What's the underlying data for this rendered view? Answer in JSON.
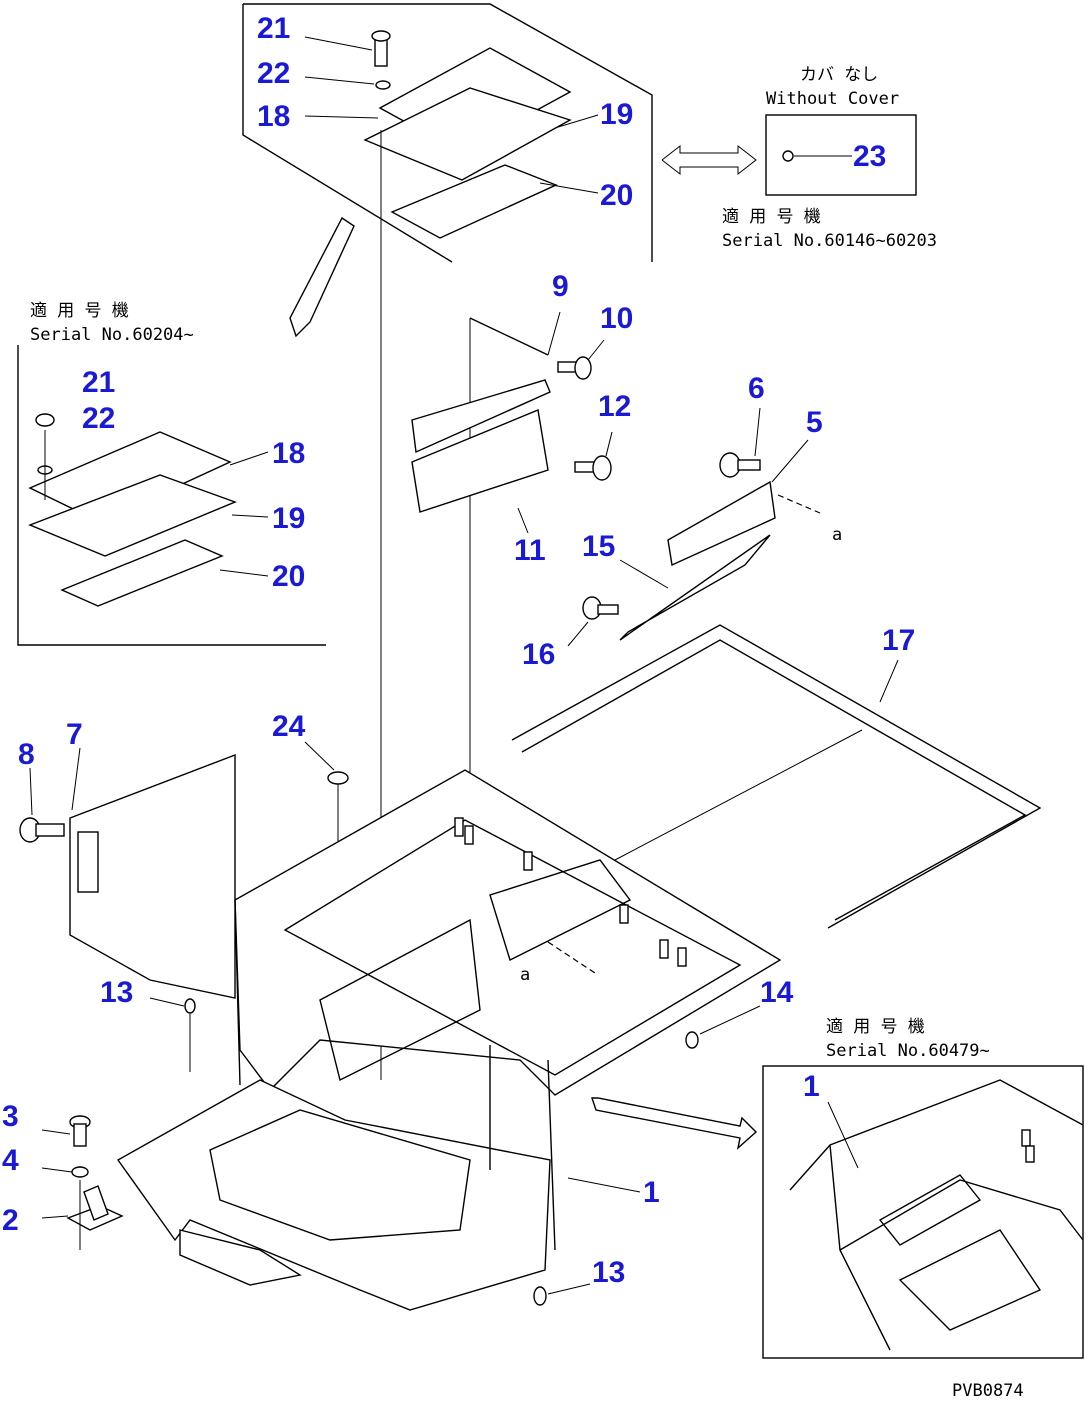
{
  "colors": {
    "callout": "#1a1ad4",
    "line": "#000000",
    "background": "#ffffff"
  },
  "callouts": {
    "top": [
      "21",
      "22",
      "18",
      "19",
      "20"
    ],
    "without_cover": "23",
    "inset_left": [
      "21",
      "22",
      "18",
      "19",
      "20"
    ],
    "middle": [
      "9",
      "10",
      "12",
      "11",
      "6",
      "5",
      "15",
      "16",
      "17"
    ],
    "lower": [
      "8",
      "7",
      "24",
      "13",
      "14",
      "3",
      "4",
      "2",
      "1",
      "13"
    ],
    "inset_right": "1"
  },
  "notes": {
    "without_cover_jp": "カバ なし",
    "without_cover_en": "Without Cover",
    "serial_top_jp": "適 用 号 機",
    "serial_top_en": "Serial No.60146~60203",
    "serial_left_jp": "適 用 号 機",
    "serial_left_en": "Serial No.60204~",
    "serial_right_jp": "適 用 号 機",
    "serial_right_en": "Serial No.60479~",
    "arrow_label_a1": "a",
    "arrow_label_a2": "a",
    "drawing_code": "PVB0874"
  }
}
